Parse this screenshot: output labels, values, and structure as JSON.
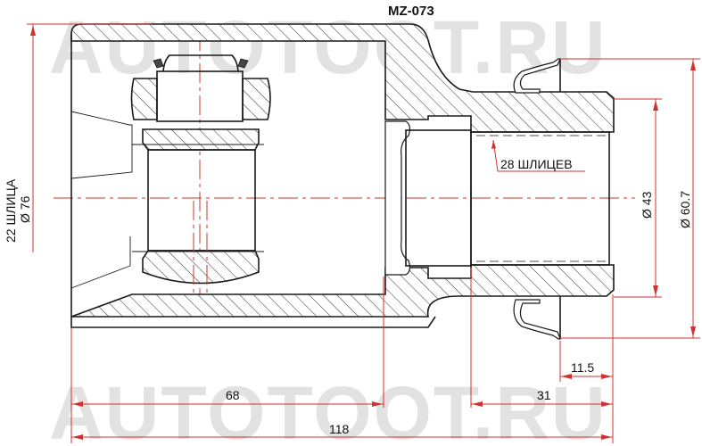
{
  "title": "MZ-073",
  "watermark": "AUTOTOOT.RU",
  "labels": {
    "left_splines": "22 ШЛИЦА",
    "left_diameter": "Ø 76",
    "inner_splines": "28 ШЛИЦЕВ",
    "diam_inner": "Ø 43",
    "diam_outer": "Ø 60.7"
  },
  "dimensions": {
    "d1": "68",
    "d2": "31",
    "d3": "11.5",
    "total": "118"
  },
  "colors": {
    "dimension_line": "#d0332f",
    "outline": "#1a1a1a",
    "watermark": "#e2e2e2"
  }
}
